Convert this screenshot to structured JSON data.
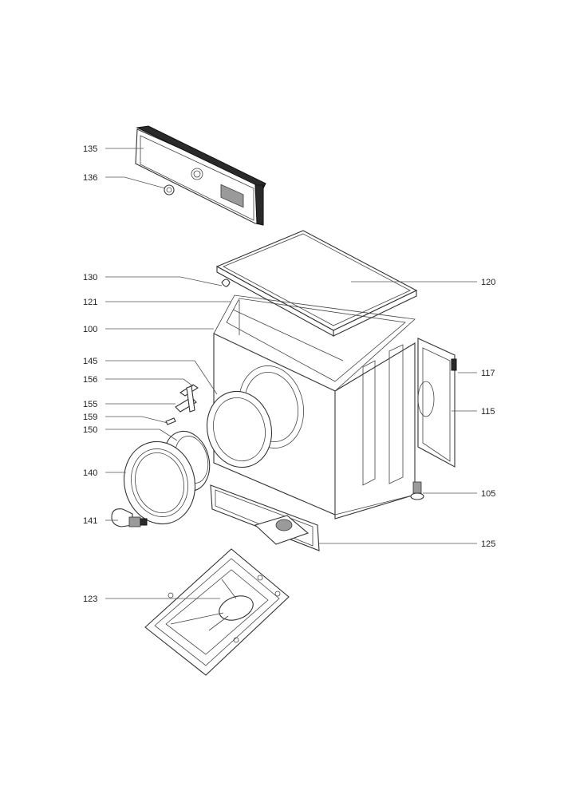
{
  "labels": {
    "l135": "135",
    "l136": "136",
    "l130": "130",
    "l121": "121",
    "l100": "100",
    "l145": "145",
    "l156": "156",
    "l155": "155",
    "l159": "159",
    "l150": "150",
    "l140": "140",
    "l141": "141",
    "l123": "123",
    "l120": "120",
    "l117": "117",
    "l115": "115",
    "l105": "105",
    "l125": "125"
  }
}
